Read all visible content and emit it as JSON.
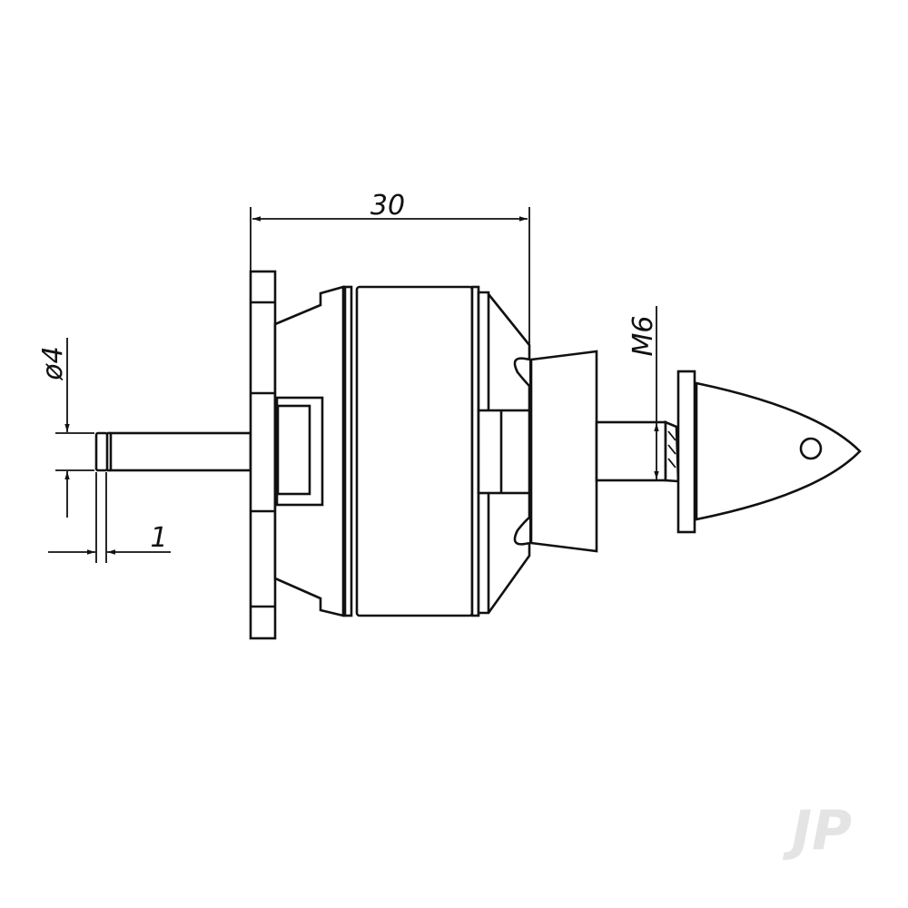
{
  "drawing": {
    "subject": "",
    "dimensions": {
      "length": "30",
      "shaft_diameter": "ø4",
      "groove_offset": "1",
      "thread": "M6"
    },
    "watermark": "JP",
    "colors": {
      "line": "#111111",
      "background": "#ffffff",
      "watermark": "#e4e4e4"
    }
  }
}
